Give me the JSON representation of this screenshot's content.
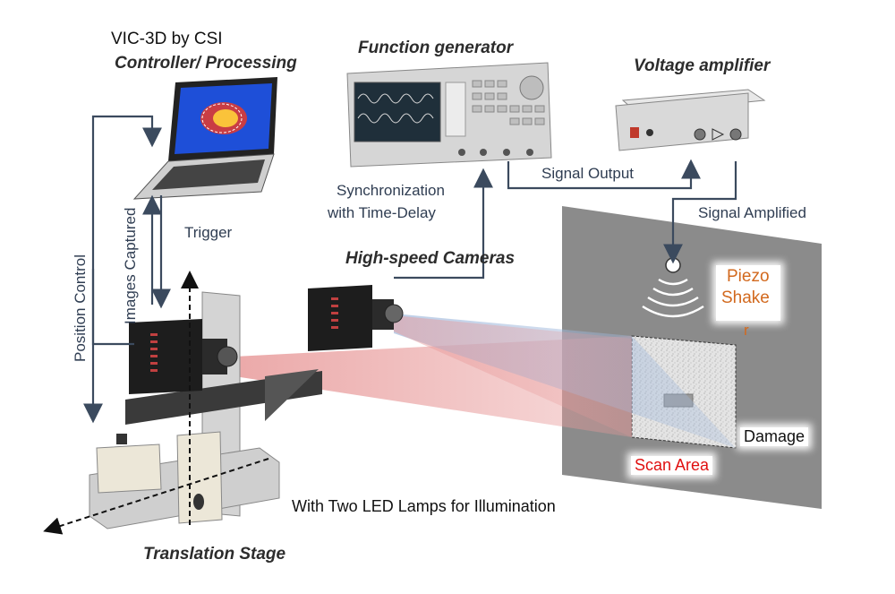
{
  "labels": {
    "vic3d": "VIC-3D by CSI",
    "controller": "Controller/ Processing",
    "function_generator": "Function generator",
    "voltage_amplifier": "Voltage amplifier",
    "signal_output": "Signal Output",
    "signal_amplified": "Signal Amplified",
    "synchronization_line1": "Synchronization",
    "synchronization_line2": "with Time-Delay",
    "high_speed_cameras": "High-speed Cameras",
    "trigger": "Trigger",
    "images_captured": "Images Captured",
    "position_control": "Position Control",
    "piezo_line1": "Piezo",
    "piezo_line2": "Shake",
    "piezo_line3": "r",
    "damage": "Damage",
    "scan_area": "Scan Area",
    "led_lamps": "With Two LED Lamps for Illumination",
    "translation_stage": "Translation Stage"
  },
  "colors": {
    "arrow": "#3b4a5e",
    "panel": "#8a8a8a",
    "piezo_text": "#d2691e",
    "scan_text": "#e01010",
    "ray_red": "#e89a9a",
    "ray_blue": "#9fb8dc"
  }
}
